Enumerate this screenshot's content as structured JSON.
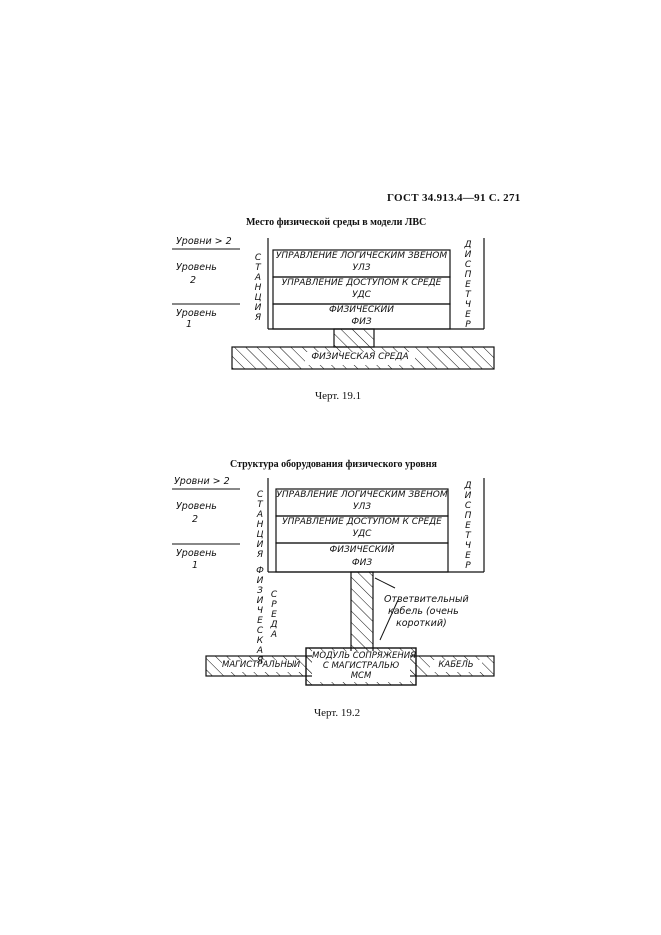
{
  "page_header": "ГОСТ 34.913.4—91 С. 271",
  "figure1": {
    "title": "Место физической среды в модели ЛВС",
    "level_top": "Уровни > 2",
    "level2_a": "Уровень",
    "level2_b": "2",
    "level1_a": "Уровень",
    "level1_b": "1",
    "left_vertical": [
      "С",
      "Т",
      "А",
      "Н",
      "Ц",
      "И",
      "Я"
    ],
    "right_vertical": [
      "Д",
      "И",
      "С",
      "П",
      "Е",
      "Т",
      "Ч",
      "Е",
      "Р"
    ],
    "box1_line1": "УПРАВЛЕНИЕ ЛОГИЧЕСКИМ ЗВЕНОМ",
    "box1_line2": "УЛЗ",
    "box2_line1": "УПРАВЛЕНИЕ ДОСТУПОМ К СРЕДЕ",
    "box2_line2": "УДС",
    "box3_line1": "ФИЗИЧЕСКИЙ",
    "box3_line2": "ФИЗ",
    "medium_label": "ФИЗИЧЕСКАЯ СРЕДА",
    "caption": "Черт. 19.1"
  },
  "figure2": {
    "title": "Структура оборудования физического уровня",
    "level_top": "Уровни > 2",
    "level2_a": "Уровень",
    "level2_b": "2",
    "level1_a": "Уровень",
    "level1_b": "1",
    "left_vertical": [
      "С",
      "Т",
      "А",
      "Н",
      "Ц",
      "И",
      "Я"
    ],
    "left_vertical_2": [
      "Ф",
      "И",
      "З",
      "И",
      "Ч",
      "Е",
      "С",
      "К",
      "А",
      "Я"
    ],
    "left_vertical_3": [
      "С",
      "Р",
      "Е",
      "Д",
      "А"
    ],
    "right_vertical": [
      "Д",
      "И",
      "С",
      "П",
      "Е",
      "Т",
      "Ч",
      "Е",
      "Р"
    ],
    "box1_line1": "УПРАВЛЕНИЕ ЛОГИЧЕСКИМ ЗВЕНОМ",
    "box1_line2": "УЛЗ",
    "box2_line1": "УПРАВЛЕНИЕ ДОСТУПОМ К СРЕДЕ",
    "box2_line2": "УДС",
    "box3_line1": "ФИЗИЧЕСКИЙ",
    "box3_line2": "ФИЗ",
    "branch_line1": "Ответвительный",
    "branch_line2": "кабель (очень",
    "branch_line3": "короткий)",
    "trunk_left": "МАГИСТРАЛЬНЫЙ",
    "trunk_right": "КАБЕЛЬ",
    "module_line1": "МОДУЛЬ СОПРЯЖЕНИЯ",
    "module_line2": "С МАГИСТРАЛЬЮ",
    "module_line3": "МСМ",
    "caption": "Черт. 19.2"
  }
}
